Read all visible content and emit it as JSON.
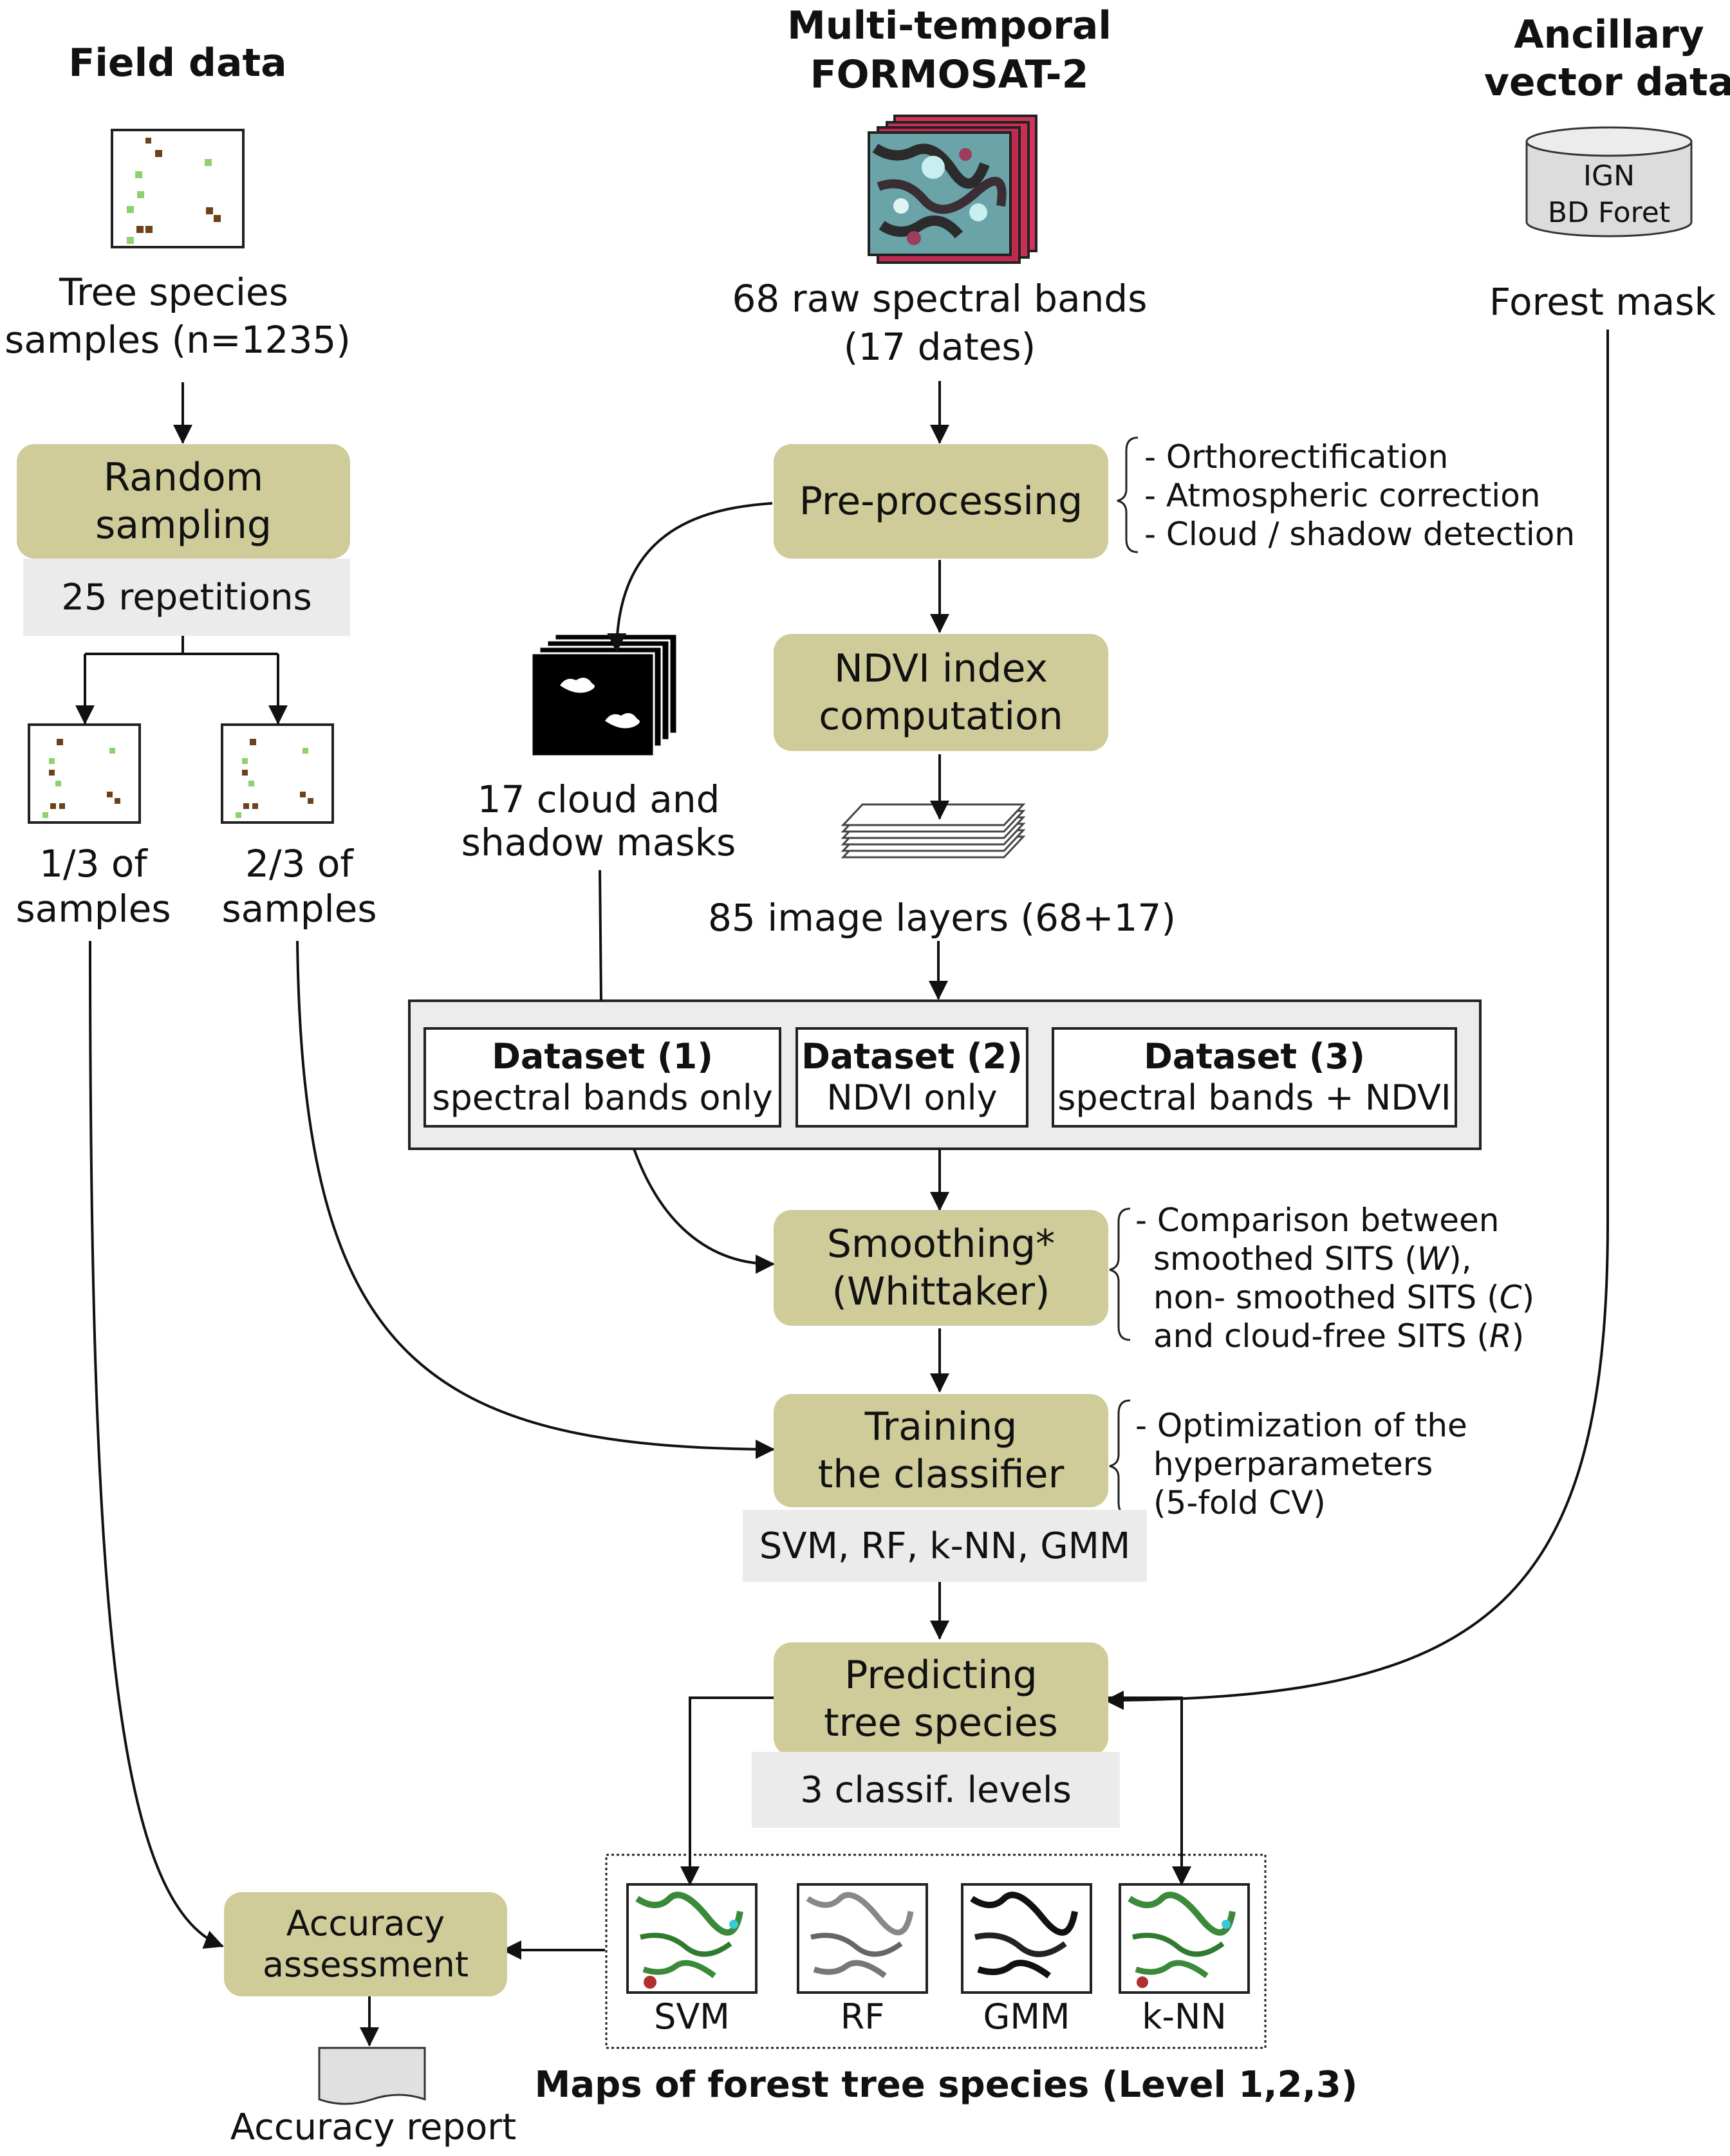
{
  "headers": {
    "field_data": "Field data",
    "formosat_line1": "Multi-temporal",
    "formosat_line2": "FORMOSAT-2",
    "ancillary_line1": "Ancillary",
    "ancillary_line2": "vector data"
  },
  "inputs": {
    "tree_samples_line1": "Tree species",
    "tree_samples_line2": "samples (n=1235)",
    "raw_bands_line1": "68 raw spectral bands",
    "raw_bands_line2": "(17 dates)",
    "db_line1": "IGN",
    "db_line2": "BD Foret",
    "forest_mask": "Forest mask"
  },
  "steps": {
    "random_sampling_line1": "Random",
    "random_sampling_line2": "sampling",
    "repetitions": "25 repetitions",
    "split_third": "1/3 of",
    "split_two_thirds": "2/3 of",
    "split_suffix": "samples",
    "preprocessing": "Pre-processing",
    "preprocessing_notes": [
      "- Orthorectification",
      "- Atmospheric correction",
      "- Cloud / shadow detection"
    ],
    "masks_line1": "17 cloud and",
    "masks_line2": "shadow masks",
    "ndvi_line1": "NDVI index",
    "ndvi_line2": "computation",
    "layers": "85 image layers (68+17)",
    "datasets": [
      {
        "title": "Dataset (1)",
        "desc": "spectral bands only"
      },
      {
        "title": "Dataset (2)",
        "desc": "NDVI only"
      },
      {
        "title": "Dataset (3)",
        "desc": "spectral bands + NDVI"
      }
    ],
    "smoothing_line1": "Smoothing*",
    "smoothing_line2": "(Whittaker)",
    "smoothing_notes": {
      "line1": "- Comparison between",
      "line2_pre": "smoothed SITS (",
      "line2_it": "W",
      "line2_post": "),",
      "line3_pre": "non- smoothed SITS (",
      "line3_it": "C",
      "line3_post": ")",
      "line4_pre": "and cloud-free SITS (",
      "line4_it": "R",
      "line4_post": ")"
    },
    "training_line1": "Training",
    "training_line2": "the classifier",
    "training_notes": [
      "- Optimization of the",
      "hyperparameters",
      "(5-fold CV)"
    ],
    "classifiers": "SVM, RF, k-NN, GMM",
    "predicting_line1": "Predicting",
    "predicting_line2": "tree species",
    "levels": "3 classif. levels",
    "accuracy_line1": "Accuracy",
    "accuracy_line2": "assessment",
    "accuracy_report": "Accuracy report"
  },
  "maps": {
    "labels": [
      "SVM",
      "RF",
      "GMM",
      "k-NN"
    ],
    "caption": "Maps of forest tree species (Level 1,2,3)"
  },
  "colors": {
    "step_box": "#cfcc9a",
    "note_box": "#ebebeb",
    "sample_light": "#8fd070",
    "sample_dark": "#6b4219"
  }
}
